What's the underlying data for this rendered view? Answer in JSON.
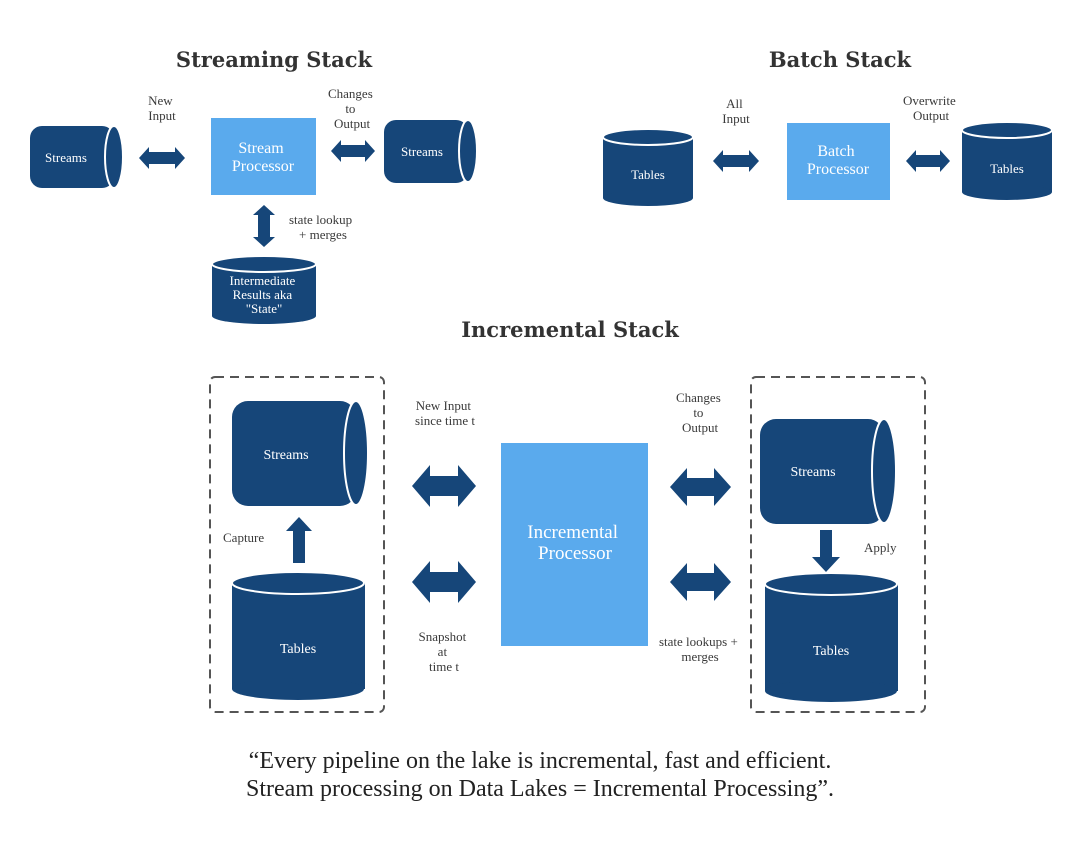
{
  "colors": {
    "dark_blue": "#164679",
    "light_blue": "#5aaaed",
    "white": "#ffffff",
    "dashed_border": "#555555"
  },
  "streaming": {
    "title": "Streaming Stack",
    "streams_in": "Streams",
    "new_input": [
      "New",
      "Input"
    ],
    "processor": [
      "Stream",
      "Processor"
    ],
    "changes_output": [
      "Changes",
      "to",
      "Output"
    ],
    "streams_out": "Streams",
    "state_label": [
      "state lookup",
      "+ merges"
    ],
    "intermediate": [
      "Intermediate",
      "Results aka",
      "\"State\""
    ]
  },
  "batch": {
    "title": "Batch Stack",
    "tables_in": "Tables",
    "all_input": [
      "All",
      "Input"
    ],
    "processor": [
      "Batch",
      "Processor"
    ],
    "overwrite_output": [
      "Overwrite",
      "Output"
    ],
    "tables_out": "Tables"
  },
  "incremental": {
    "title": "Incremental Stack",
    "left_streams": "Streams",
    "capture": "Capture",
    "left_tables": "Tables",
    "new_input": [
      "New Input",
      "since time t"
    ],
    "snapshot": [
      "Snapshot",
      "at",
      "time t"
    ],
    "processor": [
      "Incremental",
      "Processor"
    ],
    "changes_output": [
      "Changes",
      "to",
      "Output"
    ],
    "state_lookups": [
      "state lookups +",
      "merges"
    ],
    "right_streams": "Streams",
    "apply": "Apply",
    "right_tables": "Tables"
  },
  "quote": [
    "“Every pipeline on the lake is incremental, fast and efficient.",
    "Stream processing on Data Lakes = Incremental Processing”."
  ]
}
